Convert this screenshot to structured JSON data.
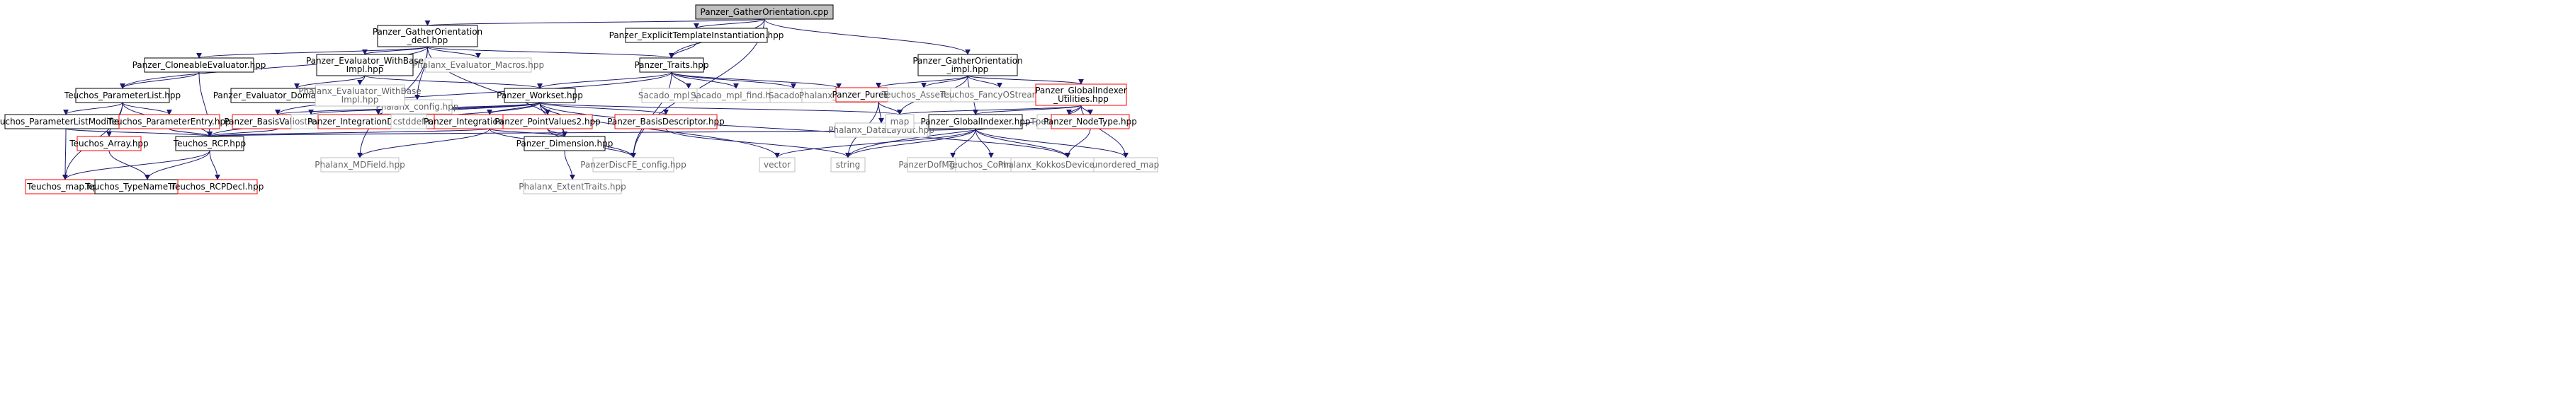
{
  "colors": {
    "edge": "#191970",
    "text": "#000000",
    "muted_text": "#666666",
    "border_black": "#000000",
    "border_red": "#ff0000",
    "border_grey": "#bfbfbf",
    "root_fill": "#bfbfbf",
    "fill": "#ffffff"
  },
  "nodes": [
    {
      "id": "root",
      "lines": [
        "Panzer_GatherOrientation.cpp"
      ],
      "style": "root"
    },
    {
      "id": "decl",
      "lines": [
        "Panzer_GatherOrientation",
        "_decl.hpp"
      ],
      "style": "black"
    },
    {
      "id": "eti",
      "lines": [
        "Panzer_ExplicitTemplateInstantiation.hpp"
      ],
      "style": "black"
    },
    {
      "id": "impl",
      "lines": [
        "Panzer_GatherOrientation",
        "_impl.hpp"
      ],
      "style": "black"
    },
    {
      "id": "cloneable",
      "lines": [
        "Panzer_CloneableEvaluator.hpp"
      ],
      "style": "black"
    },
    {
      "id": "evalwb",
      "lines": [
        "Panzer_Evaluator_WithBase",
        "Impl.hpp"
      ],
      "style": "black"
    },
    {
      "id": "phx_config",
      "lines": [
        "Phalanx_config.hpp"
      ],
      "style": "grey"
    },
    {
      "id": "phx_macros",
      "lines": [
        "Phalanx_Evaluator_Macros.hpp"
      ],
      "style": "grey"
    },
    {
      "id": "traits",
      "lines": [
        "Panzer_Traits.hpp"
      ],
      "style": "black"
    },
    {
      "id": "paramlist",
      "lines": [
        "Teuchos_ParameterList.hpp"
      ],
      "style": "black"
    },
    {
      "id": "domain_if",
      "lines": [
        "Panzer_Evaluator_DomainInterface.hpp"
      ],
      "style": "black"
    },
    {
      "id": "phx_evalwb",
      "lines": [
        "Phalanx_Evaluator_WithBase",
        "Impl.hpp"
      ],
      "style": "grey"
    },
    {
      "id": "workset",
      "lines": [
        "Panzer_Workset.hpp"
      ],
      "style": "black"
    },
    {
      "id": "sac_vec",
      "lines": [
        "Sacado_mpl_vector.hpp"
      ],
      "style": "grey"
    },
    {
      "id": "sac_find",
      "lines": [
        "Sacado_mpl_find.hpp"
      ],
      "style": "grey"
    },
    {
      "id": "sacado",
      "lines": [
        "Sacado.hpp"
      ],
      "style": "grey"
    },
    {
      "id": "phx_traits",
      "lines": [
        "Phalanx_Traits.hpp"
      ],
      "style": "grey"
    },
    {
      "id": "purebasis",
      "lines": [
        "Panzer_PureBasis.hpp"
      ],
      "style": "red"
    },
    {
      "id": "t_assert",
      "lines": [
        "Teuchos_Assert.hpp"
      ],
      "style": "grey"
    },
    {
      "id": "t_fancy",
      "lines": [
        "Teuchos_FancyOStream.hpp"
      ],
      "style": "grey"
    },
    {
      "id": "gi_util",
      "lines": [
        "Panzer_GlobalIndexer",
        "_Utilities.hpp"
      ],
      "style": "red"
    },
    {
      "id": "plmod",
      "lines": [
        "Teuchos_ParameterListModifier.hpp"
      ],
      "style": "black"
    },
    {
      "id": "paramentry",
      "lines": [
        "Teuchos_ParameterEntry.hpp"
      ],
      "style": "red"
    },
    {
      "id": "bv2",
      "lines": [
        "Panzer_BasisValues2.hpp"
      ],
      "style": "red"
    },
    {
      "id": "iostream",
      "lines": [
        "iostream"
      ],
      "style": "grey"
    },
    {
      "id": "intdesc",
      "lines": [
        "Panzer_IntegrationDescriptor.hpp"
      ],
      "style": "red"
    },
    {
      "id": "cstddef",
      "lines": [
        "cstddef"
      ],
      "style": "grey"
    },
    {
      "id": "iv2",
      "lines": [
        "Panzer_IntegrationValues2.hpp"
      ],
      "style": "red"
    },
    {
      "id": "pv2",
      "lines": [
        "Panzer_PointValues2.hpp"
      ],
      "style": "red"
    },
    {
      "id": "basisdesc",
      "lines": [
        "Panzer_BasisDescriptor.hpp"
      ],
      "style": "red"
    },
    {
      "id": "phx_layout",
      "lines": [
        "Phalanx_DataLayout.hpp"
      ],
      "style": "grey"
    },
    {
      "id": "map",
      "lines": [
        "map"
      ],
      "style": "grey"
    },
    {
      "id": "gindexer",
      "lines": [
        "Panzer_GlobalIndexer.hpp"
      ],
      "style": "black"
    },
    {
      "id": "tpetra_vec",
      "lines": [
        "Tpetra_Vector.hpp"
      ],
      "style": "grey"
    },
    {
      "id": "nodetype",
      "lines": [
        "Panzer_NodeType.hpp"
      ],
      "style": "red"
    },
    {
      "id": "t_array",
      "lines": [
        "Teuchos_Array.hpp"
      ],
      "style": "red"
    },
    {
      "id": "rcp",
      "lines": [
        "Teuchos_RCP.hpp"
      ],
      "style": "black"
    },
    {
      "id": "mdfield",
      "lines": [
        "Phalanx_MDField.hpp"
      ],
      "style": "grey"
    },
    {
      "id": "dimension",
      "lines": [
        "Panzer_Dimension.hpp"
      ],
      "style": "black"
    },
    {
      "id": "discfe",
      "lines": [
        "PanzerDiscFE_config.hpp"
      ],
      "style": "grey"
    },
    {
      "id": "vector",
      "lines": [
        "vector"
      ],
      "style": "grey"
    },
    {
      "id": "string",
      "lines": [
        "string"
      ],
      "style": "grey"
    },
    {
      "id": "dofmgr",
      "lines": [
        "PanzerDofMgr_config.hpp"
      ],
      "style": "grey"
    },
    {
      "id": "t_comm",
      "lines": [
        "Teuchos_Comm.hpp"
      ],
      "style": "grey"
    },
    {
      "id": "kokkos",
      "lines": [
        "Phalanx_KokkosDeviceTypes.hpp"
      ],
      "style": "grey"
    },
    {
      "id": "unordered",
      "lines": [
        "unordered_map"
      ],
      "style": "grey"
    },
    {
      "id": "t_map",
      "lines": [
        "Teuchos_map.hpp"
      ],
      "style": "red"
    },
    {
      "id": "typename",
      "lines": [
        "Teuchos_TypeNameTraits.hpp"
      ],
      "style": "black"
    },
    {
      "id": "rcpdecl",
      "lines": [
        "Teuchos_RCPDecl.hpp"
      ],
      "style": "red"
    },
    {
      "id": "phx_extent",
      "lines": [
        "Phalanx_ExtentTraits.hpp"
      ],
      "style": "grey"
    }
  ],
  "edges": [
    [
      "root",
      "decl"
    ],
    [
      "root",
      "eti"
    ],
    [
      "root",
      "traits"
    ],
    [
      "root",
      "impl"
    ],
    [
      "root",
      "discfe"
    ],
    [
      "decl",
      "cloneable"
    ],
    [
      "decl",
      "evalwb"
    ],
    [
      "decl",
      "phx_config"
    ],
    [
      "decl",
      "phx_macros"
    ],
    [
      "decl",
      "traits"
    ],
    [
      "decl",
      "paramlist"
    ],
    [
      "decl",
      "mdfield"
    ],
    [
      "decl",
      "dimension"
    ],
    [
      "eti",
      "traits"
    ],
    [
      "impl",
      "purebasis"
    ],
    [
      "impl",
      "t_assert"
    ],
    [
      "impl",
      "t_fancy"
    ],
    [
      "impl",
      "gi_util"
    ],
    [
      "impl",
      "gindexer"
    ],
    [
      "impl",
      "map"
    ],
    [
      "cloneable",
      "paramlist"
    ],
    [
      "cloneable",
      "rcp"
    ],
    [
      "evalwb",
      "domain_if"
    ],
    [
      "evalwb",
      "phx_evalwb"
    ],
    [
      "evalwb",
      "workset"
    ],
    [
      "traits",
      "workset"
    ],
    [
      "traits",
      "sac_vec"
    ],
    [
      "traits",
      "sac_find"
    ],
    [
      "traits",
      "sacado"
    ],
    [
      "traits",
      "phx_traits"
    ],
    [
      "traits",
      "discfe"
    ],
    [
      "traits",
      "bv2"
    ],
    [
      "paramlist",
      "plmod"
    ],
    [
      "paramlist",
      "paramentry"
    ],
    [
      "paramlist",
      "t_array"
    ],
    [
      "paramlist",
      "rcp"
    ],
    [
      "paramlist",
      "t_map"
    ],
    [
      "workset",
      "bv2"
    ],
    [
      "workset",
      "iostream"
    ],
    [
      "workset",
      "intdesc"
    ],
    [
      "workset",
      "cstddef"
    ],
    [
      "workset",
      "iv2"
    ],
    [
      "workset",
      "pv2"
    ],
    [
      "workset",
      "basisdesc"
    ],
    [
      "workset",
      "dimension"
    ],
    [
      "workset",
      "rcp"
    ],
    [
      "workset",
      "vector"
    ],
    [
      "workset",
      "map"
    ],
    [
      "workset",
      "kokkos"
    ],
    [
      "purebasis",
      "phx_layout"
    ],
    [
      "purebasis",
      "string"
    ],
    [
      "purebasis",
      "map"
    ],
    [
      "gi_util",
      "map"
    ],
    [
      "gi_util",
      "gindexer"
    ],
    [
      "gi_util",
      "tpetra_vec"
    ],
    [
      "gi_util",
      "nodetype"
    ],
    [
      "gi_util",
      "unordered"
    ],
    [
      "gi_util",
      "string"
    ],
    [
      "plmod",
      "t_map"
    ],
    [
      "plmod",
      "rcp"
    ],
    [
      "paramentry",
      "rcp"
    ],
    [
      "t_array",
      "typename"
    ],
    [
      "bv2",
      "rcp"
    ],
    [
      "iv2",
      "rcp"
    ],
    [
      "iv2",
      "mdfield"
    ],
    [
      "iv2",
      "dimension"
    ],
    [
      "iv2",
      "discfe"
    ],
    [
      "pv2",
      "dimension"
    ],
    [
      "pv2",
      "discfe"
    ],
    [
      "basisdesc",
      "string"
    ],
    [
      "gindexer",
      "rcp"
    ],
    [
      "gindexer",
      "dofmgr"
    ],
    [
      "gindexer",
      "t_comm"
    ],
    [
      "gindexer",
      "kokkos"
    ],
    [
      "gindexer",
      "vector"
    ],
    [
      "gindexer",
      "string"
    ],
    [
      "gindexer",
      "unordered"
    ],
    [
      "nodetype",
      "kokkos"
    ],
    [
      "rcp",
      "t_map"
    ],
    [
      "rcp",
      "typename"
    ],
    [
      "rcp",
      "rcpdecl"
    ],
    [
      "dimension",
      "phx_extent"
    ]
  ]
}
